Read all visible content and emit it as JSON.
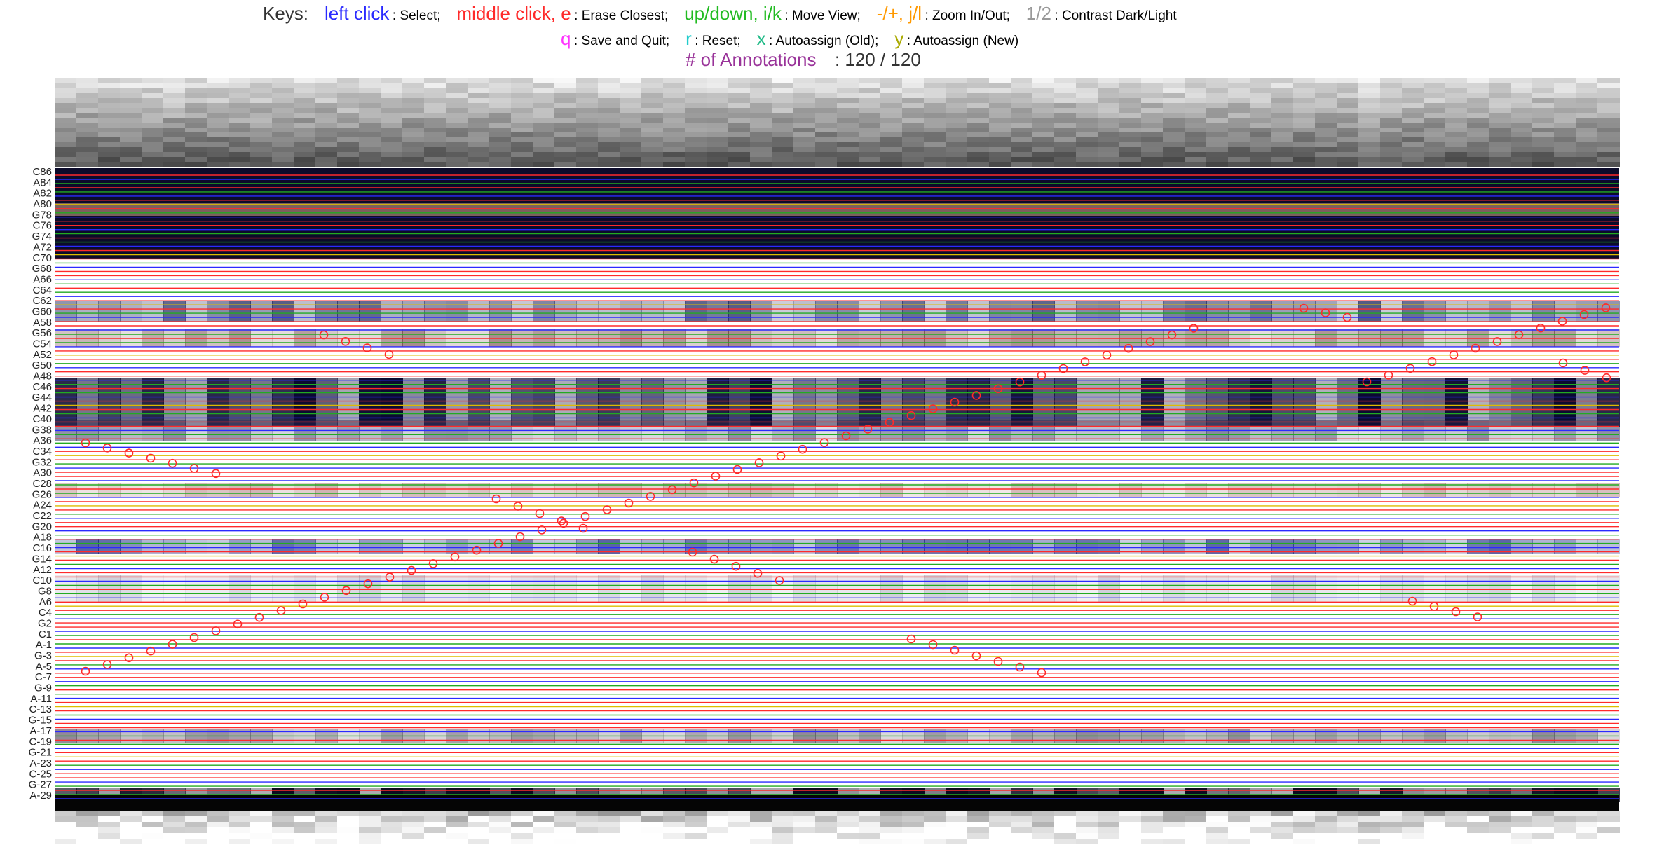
{
  "header": {
    "keys_label": "Keys:",
    "line1": [
      {
        "key": "left click",
        "desc": ": Select;",
        "color": "#2a2aff"
      },
      {
        "key": "middle click, e",
        "desc": ": Erase Closest;",
        "color": "#ff2a2a"
      },
      {
        "key": "up/down, i/k",
        "desc": ": Move View;",
        "color": "#22bb22"
      },
      {
        "key": "-/+, j/l",
        "desc": ": Zoom In/Out;",
        "color": "#ff9900"
      },
      {
        "key": "1/2",
        "desc": ": Contrast Dark/Light",
        "color": "#999999"
      }
    ],
    "line2": [
      {
        "key": "q",
        "desc": ": Save and Quit;",
        "color": "#ff33ff"
      },
      {
        "key": "r",
        "desc": ": Reset;",
        "color": "#22cccc"
      },
      {
        "key": "x",
        "desc": ": Autoassign (Old);",
        "color": "#22bb88"
      },
      {
        "key": "y",
        "desc": ": Autoassign (New)",
        "color": "#aaaa00"
      }
    ],
    "annotations_label": "# of Annotations",
    "annotations_value": ": 120 / 120",
    "annotations_color": "#993399"
  },
  "plot": {
    "row_labels": [
      "C86",
      "A84",
      "A82",
      "A80",
      "G78",
      "C76",
      "G74",
      "A72",
      "C70",
      "G68",
      "A66",
      "C64",
      "C62",
      "G60",
      "A58",
      "G56",
      "C54",
      "A52",
      "G50",
      "A48",
      "C46",
      "G44",
      "A42",
      "C40",
      "G38",
      "A36",
      "C34",
      "G32",
      "A30",
      "C28",
      "G26",
      "A24",
      "C22",
      "G20",
      "A18",
      "C16",
      "G14",
      "A12",
      "C10",
      "G8",
      "A6",
      "C4",
      "G2",
      "C1",
      "A-1",
      "G-3",
      "A-5",
      "C-7",
      "G-9",
      "A-11",
      "C-13",
      "G-15",
      "A-17",
      "C-19",
      "G-21",
      "A-23",
      "C-25",
      "G-27",
      "A-29"
    ],
    "line_colors": {
      "A": "#ff2a2a",
      "C": "#2a2aff",
      "G": "#22aa22",
      "T": "#ddbb00"
    },
    "marker_color": "#ff2a2a",
    "rows_filled_dark": true
  }
}
